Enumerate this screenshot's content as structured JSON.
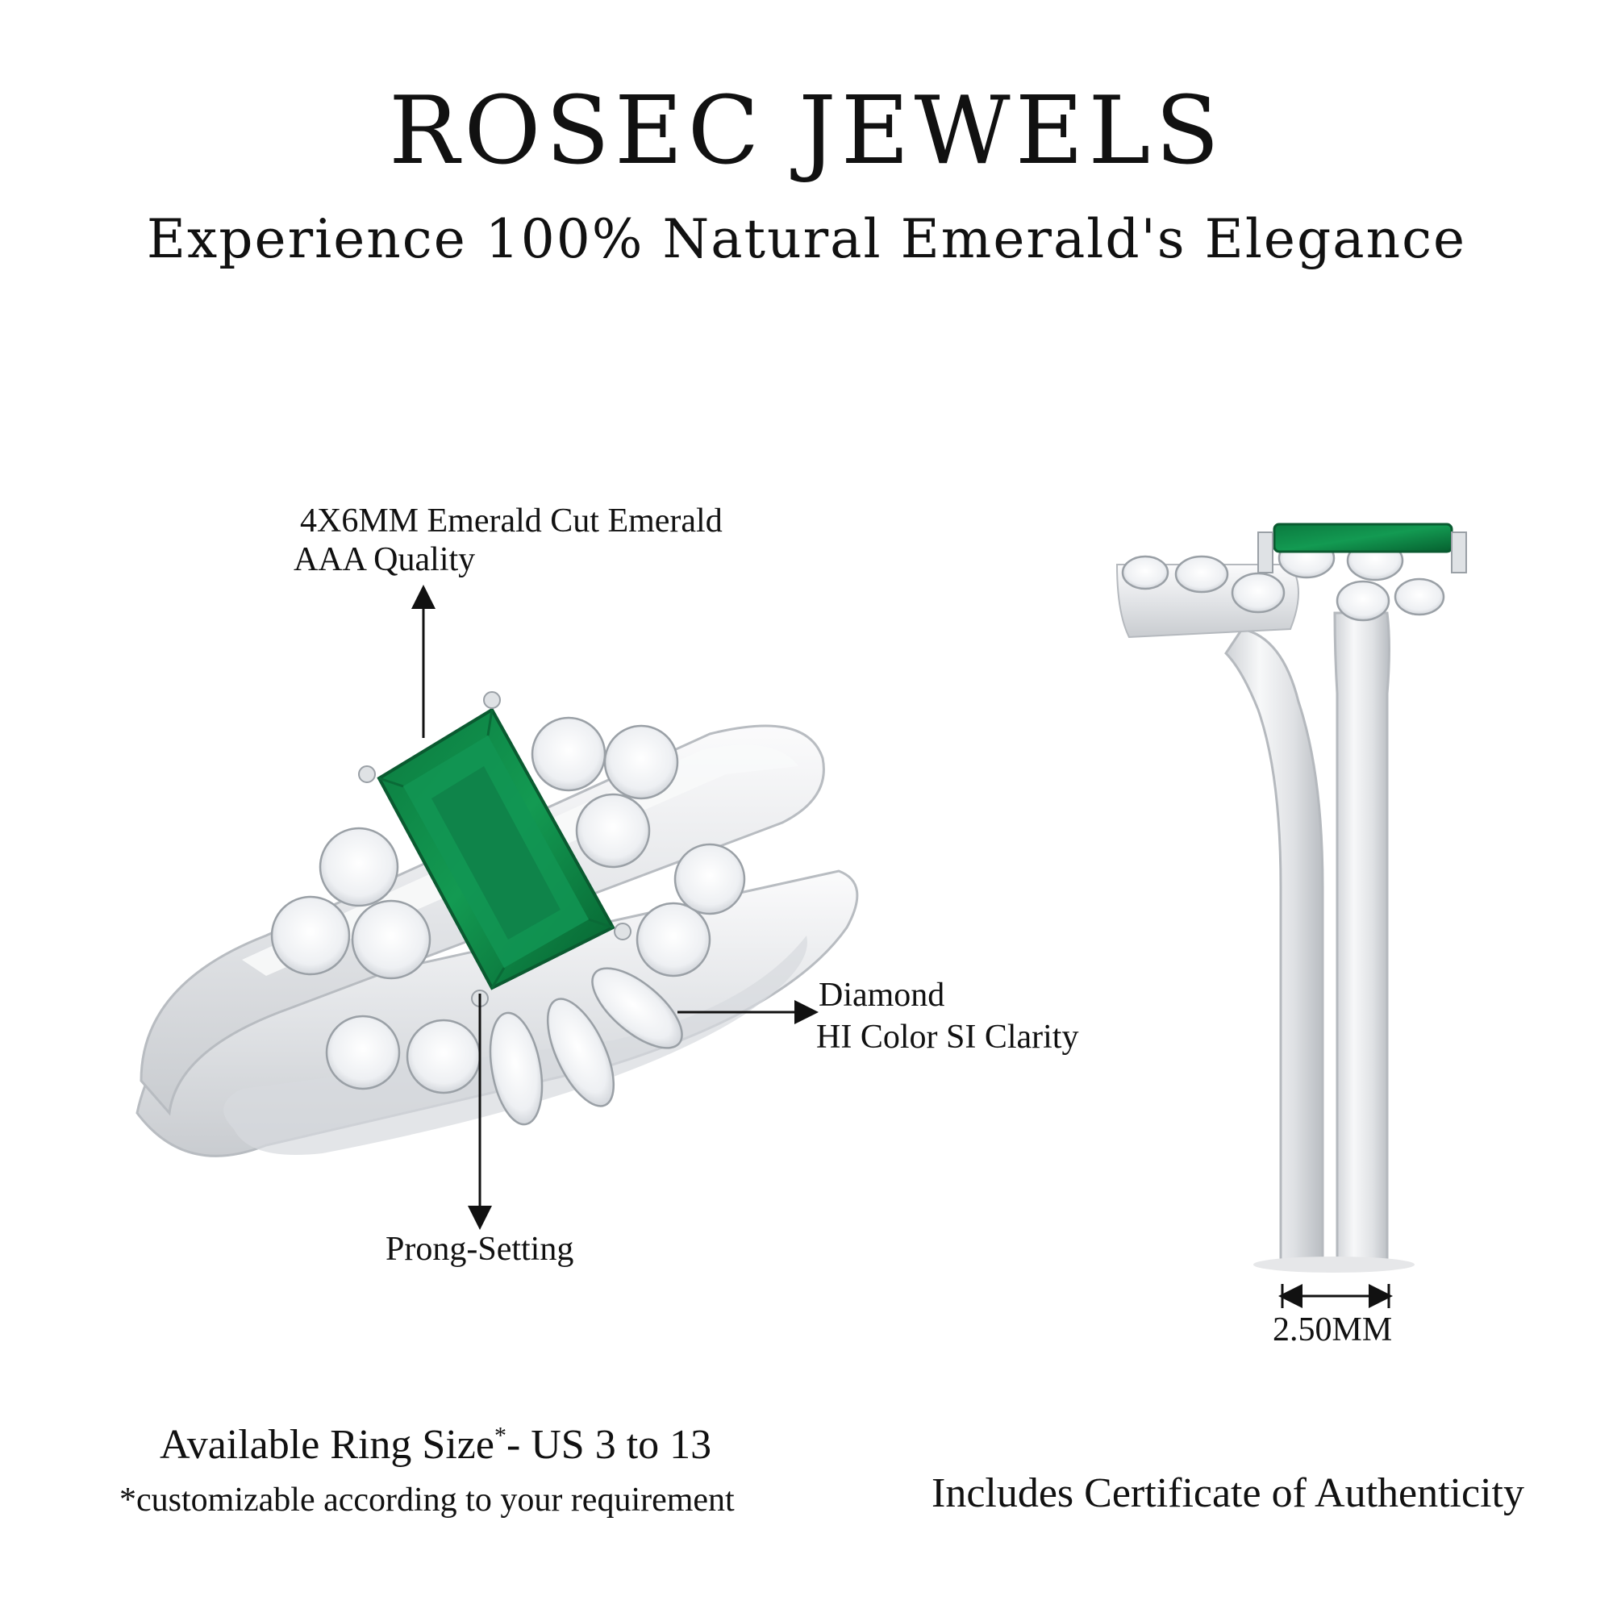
{
  "brand": "ROSEC JEWELS",
  "tagline": "Experience 100% Natural Emerald's Elegance",
  "callouts": {
    "emerald_line1": "4X6MM Emerald Cut Emerald",
    "emerald_line2": "AAA Quality",
    "diamond_line1": "Diamond",
    "diamond_line2": "HI Color SI Clarity",
    "setting": "Prong-Setting",
    "width": "2.50MM"
  },
  "footer": {
    "ring_size_main": "Available Ring Size",
    "ring_size_asterisk": "*",
    "ring_size_range": "- US 3 to 13",
    "ring_size_note": "*customizable according to your requirement",
    "certificate": "Includes Certificate of Authenticity"
  },
  "colors": {
    "emerald": "#0e8a4a",
    "metal": "#e6e8ea",
    "text": "#111111"
  }
}
